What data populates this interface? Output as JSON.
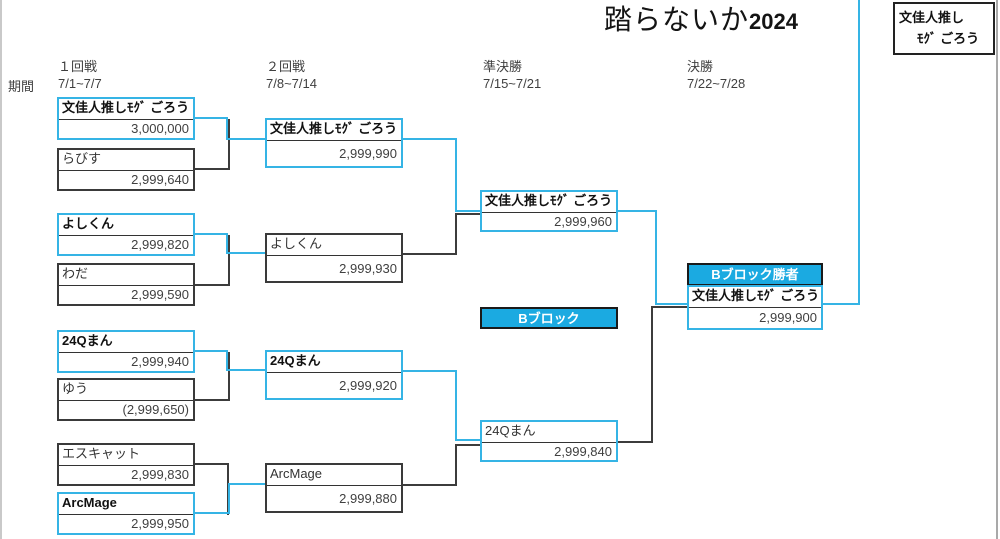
{
  "title": {
    "main": "踏らないか",
    "year": "2024"
  },
  "period_label": "期間",
  "rounds": [
    {
      "label": "１回戦",
      "dates": "7/1~7/7"
    },
    {
      "label": "２回戦",
      "dates": "7/8~7/14"
    },
    {
      "label": "準決勝",
      "dates": "7/15~7/21"
    },
    {
      "label": "決勝",
      "dates": "7/22~7/28"
    }
  ],
  "round1": [
    {
      "name": "文佳人推しﾓｸﾞ ごろう",
      "score": "3,000,000"
    },
    {
      "name": "らびす",
      "score": "2,999,640"
    },
    {
      "name": "よしくん",
      "score": "2,999,820"
    },
    {
      "name": "わだ",
      "score": "2,999,590"
    },
    {
      "name": "24Qまん",
      "score": "2,999,940"
    },
    {
      "name": "ゆう",
      "score": "(2,999,650)"
    },
    {
      "name": "エスキャット",
      "score": "2,999,830"
    },
    {
      "name": "ArcMage",
      "score": "2,999,950"
    }
  ],
  "round2": [
    {
      "name": "文佳人推しﾓｸﾞ ごろう",
      "score": "2,999,990"
    },
    {
      "name": "よしくん",
      "score": "2,999,930"
    },
    {
      "name": "24Qまん",
      "score": "2,999,920"
    },
    {
      "name": "ArcMage",
      "score": "2,999,880"
    }
  ],
  "semifinals": [
    {
      "name": "文佳人推しﾓｸﾞ ごろう",
      "score": "2,999,960"
    },
    {
      "name": "24Qまん",
      "score": "2,999,840"
    }
  ],
  "block_label": "Bブロック",
  "final": {
    "header": "Bブロック勝者",
    "name": "文佳人推しﾓｸﾞ ごろう",
    "score": "2,999,900"
  },
  "champion": {
    "line1": "文佳人推し",
    "line2": "ﾓｸﾞ ごろう"
  },
  "colors": {
    "accent_fill": "#1BAAE1",
    "winner_line": "#35B4E5",
    "loser_line": "#3C3C3C",
    "text": "#404040"
  }
}
